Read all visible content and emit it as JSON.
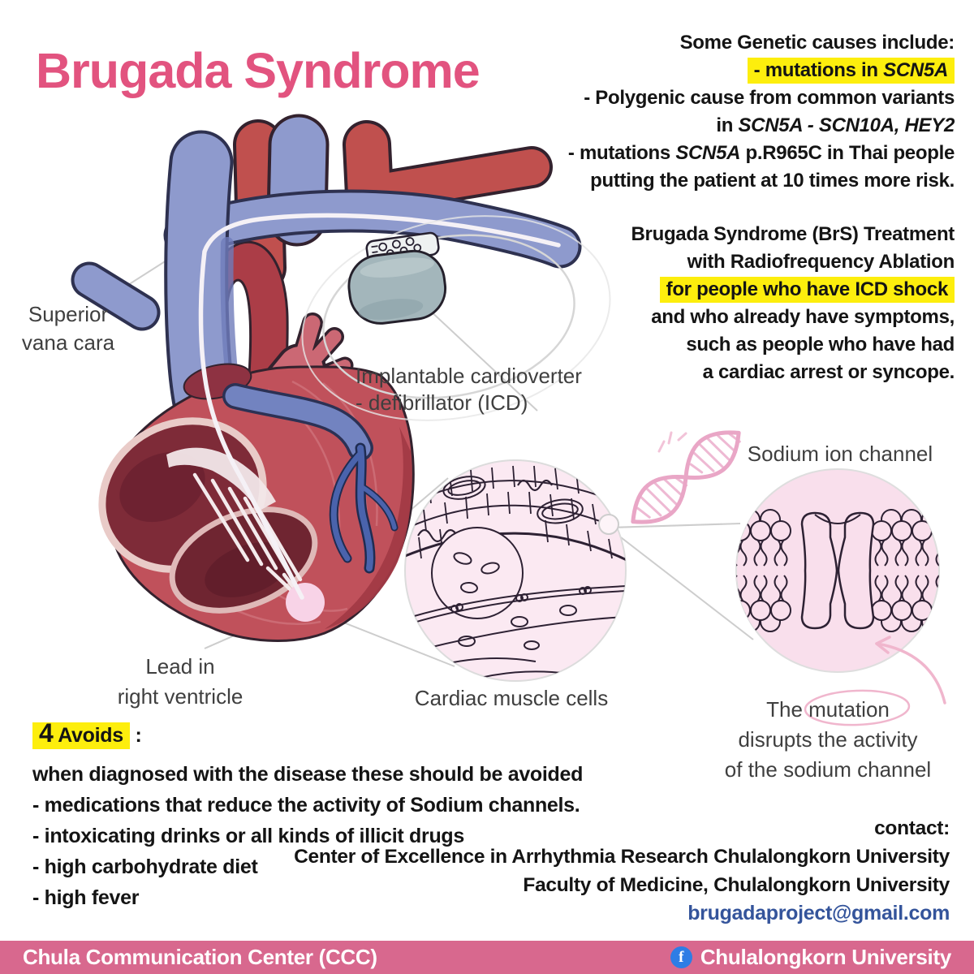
{
  "title": "Brugada Syndrome",
  "genetic": {
    "heading": "Some Genetic causes include:",
    "l2a": "- mutations in ",
    "l2b": "SCN5A",
    "l3": "- Polygenic cause from common variants",
    "l4a": "in ",
    "l4b": "SCN5A - SCN10A, HEY2",
    "l5a": "- mutations ",
    "l5b": "SCN5A",
    "l5c": " p.R965C in Thai people",
    "l6": "putting the patient at 10 times more risk."
  },
  "treatment": {
    "l1": "Brugada Syndrome (BrS) Treatment",
    "l2": "with Radiofrequency Ablation",
    "l3": "for people who have ICD shock",
    "l4": "and who already have symptoms,",
    "l5": "such as people who have had",
    "l6": "a cardiac arrest or syncope."
  },
  "labels": {
    "svc_line1": "Superior",
    "svc_line2": "vana cara",
    "icd_line1": "Implantable cardioverter",
    "icd_line2": "- defibrillator (ICD)",
    "lead_line1": "Lead in",
    "lead_line2": "right ventricle",
    "cells": "Cardiac muscle cells",
    "sodium": "Sodium ion channel",
    "mutation_l1a": "The ",
    "mutation_l1b": "mutation",
    "mutation_l2": "disrupts the activity",
    "mutation_l3": "of the sodium channel"
  },
  "avoids": {
    "number": "4",
    "word": "Avoids",
    "colon": ":",
    "intro": "when diagnosed with the disease these should be avoided",
    "items": [
      "- medications that reduce the activity of Sodium channels.",
      "- intoxicating drinks or all kinds of illicit drugs",
      "- high carbohydrate diet",
      "- high fever"
    ]
  },
  "contact": {
    "heading": "contact:",
    "line1": "Center of Excellence in Arrhythmia Research Chulalongkorn University",
    "line2": "Faculty of Medicine, Chulalongkorn University",
    "email": "brugadaproject@gmail.com"
  },
  "footer": {
    "left": "Chula Communication Center (CCC)",
    "right": "Chulalongkorn University",
    "facebook_icon": "f"
  },
  "colors": {
    "title_pink": "#e2537f",
    "highlight_yellow": "#fdee0d",
    "footer_pink": "#d8688e",
    "email_blue": "#34549b",
    "facebook_blue": "#2e7de5"
  }
}
